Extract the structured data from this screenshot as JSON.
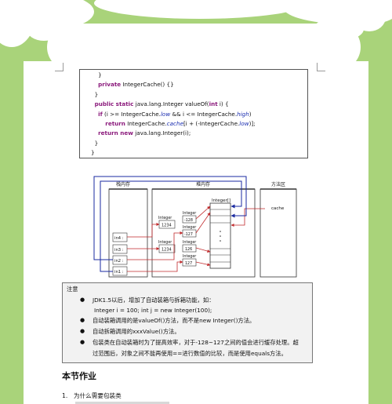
{
  "code": {
    "lines": [
      [
        {
          "t": "    }"
        }
      ],
      [
        {
          "t": "    "
        },
        {
          "t": "private",
          "k": "kw"
        },
        {
          "t": " IntegerCache() {}"
        }
      ],
      [
        {
          "t": "  }"
        }
      ],
      [
        {
          "t": "  "
        },
        {
          "t": "public static",
          "k": "kw"
        },
        {
          "t": " java.lang.Integer valueOf("
        },
        {
          "t": "int",
          "k": "kw"
        },
        {
          "t": " i) {"
        }
      ],
      [
        {
          "t": "    "
        },
        {
          "t": "if",
          "k": "kw"
        },
        {
          "t": " (i >= IntegerCache."
        },
        {
          "t": "low",
          "k": "it"
        },
        {
          "t": " && i <= IntegerCache."
        },
        {
          "t": "high",
          "k": "it"
        },
        {
          "t": ")"
        }
      ],
      [
        {
          "t": "        "
        },
        {
          "t": "return",
          "k": "kw"
        },
        {
          "t": " IntegerCache."
        },
        {
          "t": "cache",
          "k": "it"
        },
        {
          "t": "[i + (-IntegerCache."
        },
        {
          "t": "low",
          "k": "it"
        },
        {
          "t": ")];"
        }
      ],
      [
        {
          "t": "    "
        },
        {
          "t": "return new",
          "k": "kw"
        },
        {
          "t": " java.lang.Integer(i);"
        }
      ],
      [
        {
          "t": "  }"
        }
      ],
      [
        {
          "t": "}"
        }
      ]
    ]
  },
  "diagram": {
    "stack_title": "栈内存",
    "heap_title": "堆内存",
    "method_title": "方法区",
    "cache_label": "cache",
    "array_label": "Integer[]",
    "vars": [
      "in4 :",
      "in3 :",
      "in2 :",
      "in1 :"
    ],
    "heap_left": [
      {
        "label": "Integer",
        "value": "1234"
      },
      {
        "label": "Integer",
        "value": "1234"
      }
    ],
    "heap_right": [
      {
        "label": "Integer",
        "value": "-128"
      },
      {
        "label": "Integer",
        "value": "-127"
      },
      {
        "label": "Integer",
        "value": "126"
      },
      {
        "label": "Integer",
        "value": "127"
      }
    ],
    "colors": {
      "blue": "#1a2aa0",
      "red": "#c0292b"
    }
  },
  "note": {
    "title": "注意",
    "items": [
      "JDK1.5以后，增加了自动装箱与拆箱功能，如：",
      "Integer i = 100;     int j = new Integer(100);",
      "自动装箱调用的是valueOf()方法，而不是new Integer()方法。",
      "自动拆箱调用的xxxValue()方法。",
      "包装类在自动装箱时为了提高效率，对于-128~127之间的值会进行缓存处理。超",
      "过范围后，对象之间不能再使用==进行数值的比较，而是使用equals方法。"
    ]
  },
  "section": {
    "title": "本节作业"
  },
  "questions": [
    {
      "num": "1.",
      "text": "为什么需要包装类"
    }
  ]
}
